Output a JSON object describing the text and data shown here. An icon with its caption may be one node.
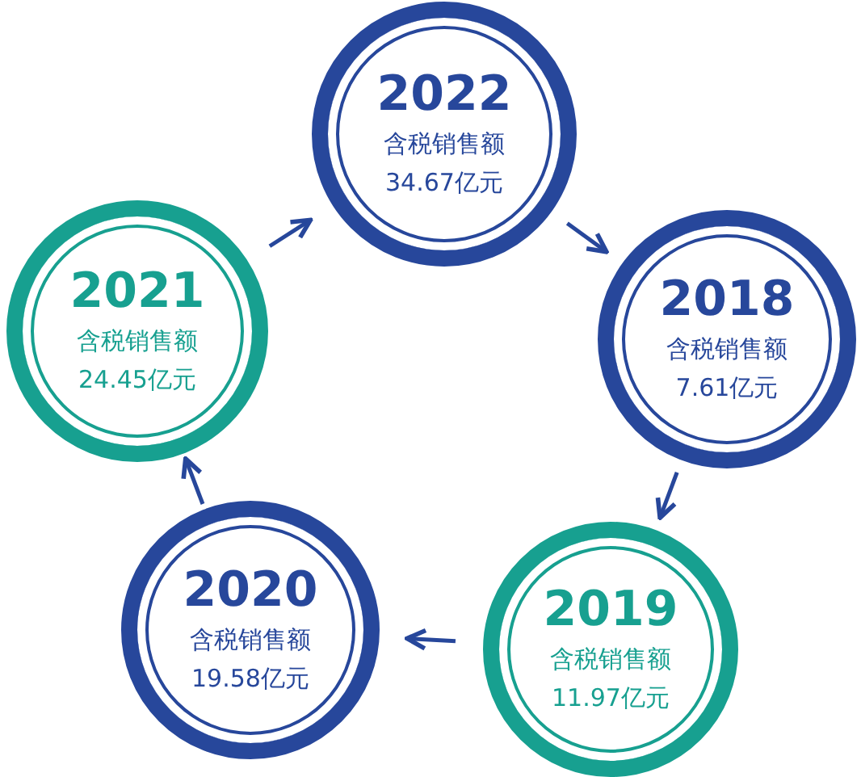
{
  "diagram": {
    "nodes": [
      {
        "text": [
          "2022",
          "含税销售额",
          "34.67亿元"
        ]
      },
      {
        "text": [
          "2018",
          "含税销售额",
          "7.61亿元"
        ]
      },
      {
        "text": [
          "2019",
          "含税销售额",
          "11.97亿元"
        ]
      },
      {
        "text": [
          "2020",
          "含税销售额",
          "19.58亿元"
        ]
      },
      {
        "text": [
          "2021",
          "含税销售额",
          "24.45亿元"
        ]
      }
    ],
    "edges": [
      {
        "from": 4,
        "to": 0,
        "arrow": "to"
      },
      {
        "from": 0,
        "to": 1,
        "arrow": "to"
      },
      {
        "from": 1,
        "to": 2,
        "arrow": "to"
      },
      {
        "from": 2,
        "to": 3,
        "arrow": "to"
      },
      {
        "from": 3,
        "to": 4,
        "arrow": "to"
      }
    ]
  }
}
